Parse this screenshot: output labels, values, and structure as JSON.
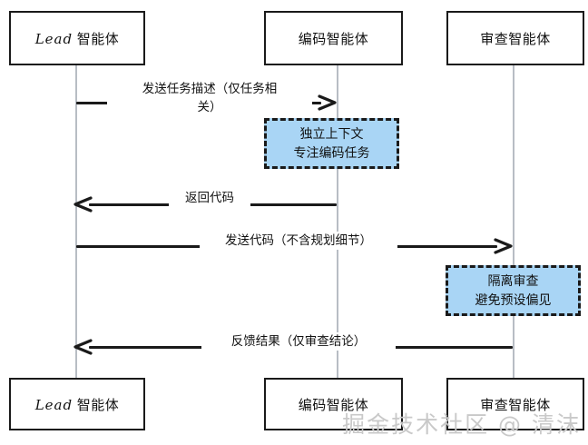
{
  "diagram": {
    "type": "sequence-diagram",
    "background_color": "#ffffff",
    "line_color": "#1a1a1a",
    "lifeline_color": "#b8bdc4",
    "note_fill_color": "#a9d5f5",
    "note_border_color": "#1a1a1a"
  },
  "participants": [
    {
      "id": "lead",
      "latin": "Lead",
      "label": " 智能体",
      "full_label": "Lead 智能体"
    },
    {
      "id": "coder",
      "latin": "",
      "label": "编码智能体",
      "full_label": "编码智能体"
    },
    {
      "id": "review",
      "latin": "",
      "label": "审查智能体",
      "full_label": "审查智能体"
    }
  ],
  "messages": [
    {
      "id": "m1",
      "label": "发送任务描述（仅任务相\n关）",
      "from": "lead",
      "to": "coder",
      "direction": "right"
    },
    {
      "id": "m2",
      "label": "返回代码",
      "from": "coder",
      "to": "lead",
      "direction": "left"
    },
    {
      "id": "m3",
      "label": "发送代码（不含规划细节）",
      "from": "lead",
      "to": "review",
      "direction": "right"
    },
    {
      "id": "m4",
      "label": "反馈结果（仅审查结论）",
      "from": "review",
      "to": "lead",
      "direction": "left"
    }
  ],
  "notes": [
    {
      "id": "n1",
      "over": "coder",
      "lines": [
        "独立上下文",
        "专注编码任务"
      ]
    },
    {
      "id": "n2",
      "over": "review",
      "lines": [
        "隔离审查",
        "避免预设偏见"
      ]
    }
  ],
  "watermark": {
    "text": "掘金技术社区 @ 清沫",
    "color": "#c9c9c9"
  }
}
